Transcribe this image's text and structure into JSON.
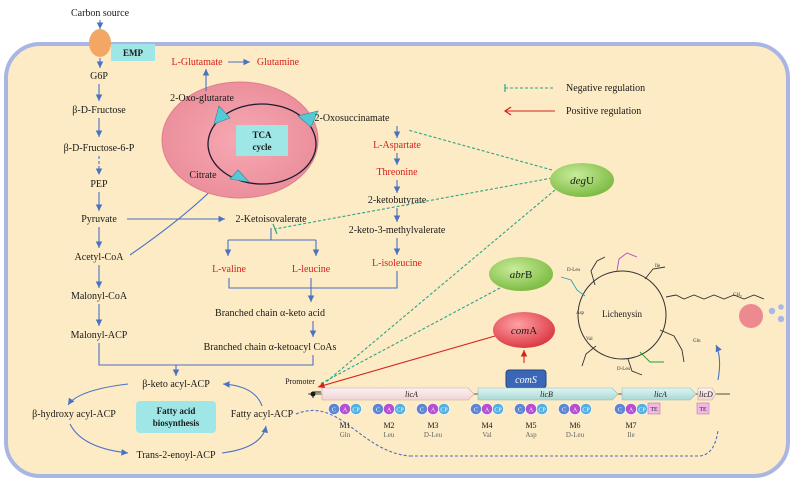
{
  "labels": {
    "carbon_source": "Carbon source",
    "emp": "EMP",
    "g6p": "G6P",
    "b_fructose": "β-D-Fructose",
    "b_fructose6p": "β-D-Fructose-6-P",
    "pep": "PEP",
    "pyruvate": "Pyruvate",
    "acetyl_coa": "Acetyl-CoA",
    "malonyl_coa": "Malonyl-CoA",
    "malonyl_acp": "Malonyl-ACP",
    "l_glutamate": "L-Glutamate",
    "glutamine": "Glutamine",
    "oxo_glutarate": "2-Oxo-glutarate",
    "tca_line1": "TCA",
    "tca_line2": "cycle",
    "citrate": "Citrate",
    "oxosuccinamate": "2-Oxosuccinamate",
    "l_aspartate": "L-Aspartate",
    "threonine": "Threonine",
    "ketobutyrate": "2-ketobutyrate",
    "keto_methylvalerate": "2-keto-3-methylvalerate",
    "l_isoleucine": "L-isoleucine",
    "ketoisovalerate": "2-Ketoisovalerate",
    "l_valine": "L-valine",
    "l_leucine": "L-leucine",
    "bc_keto_acid": "Branched chain α-keto acid",
    "bc_ketoacyl": "Branched chain α-ketoacyl CoAs",
    "b_keto_acyl_acp": "β-keto acyl-ACP",
    "b_hydroxy_acyl_acp": "β-hydroxy acyl-ACP",
    "fatty_acyl_acp": "Fatty acyl-ACP",
    "trans_enoyl_acp": "Trans-2-enoyl-ACP",
    "fas_line1": "Fatty acid",
    "fas_line2": "biosynthesis",
    "degU_italic": "deg",
    "degU_rest": "U",
    "abrB_italic": "abr",
    "abrB_rest": "B",
    "comA_italic": "com",
    "comA_rest": "A",
    "comS": "comS",
    "promoter": "Promoter",
    "licA": "licA",
    "licB": "licB",
    "licA2": "licA",
    "licD": "licD",
    "lichenysin": "Lichenysin",
    "te": "TE"
  },
  "legend": {
    "negative": "Negative regulation",
    "positive": "Positive regulation"
  },
  "modules": [
    {
      "id": "M1",
      "aa": "Gln"
    },
    {
      "id": "M2",
      "aa": "Leu"
    },
    {
      "id": "M3",
      "aa": "D-Leu"
    },
    {
      "id": "M4",
      "aa": "Val"
    },
    {
      "id": "M5",
      "aa": "Asp"
    },
    {
      "id": "M6",
      "aa": "D-Leu"
    },
    {
      "id": "M7",
      "aa": "Ile"
    }
  ],
  "domains": [
    "C",
    "A",
    "CP"
  ],
  "ring_labels": {
    "r1": "Gln",
    "r2": "Asp",
    "r3": "Val",
    "r4": "D-Leu",
    "r5": "D-Leu",
    "r6": "Ile",
    "tail": "CH₃"
  },
  "colors": {
    "cell_fill": "#fcebc4",
    "cell_border": "#a9b6e3",
    "arrow": "#4a72c4",
    "red_text": "#d6201c",
    "negative": "#2aa58a",
    "green_node": "#8ecb54",
    "coma": "#e9565e",
    "coms": "#3a68b6",
    "cyan_box": "#9fe6e6"
  }
}
